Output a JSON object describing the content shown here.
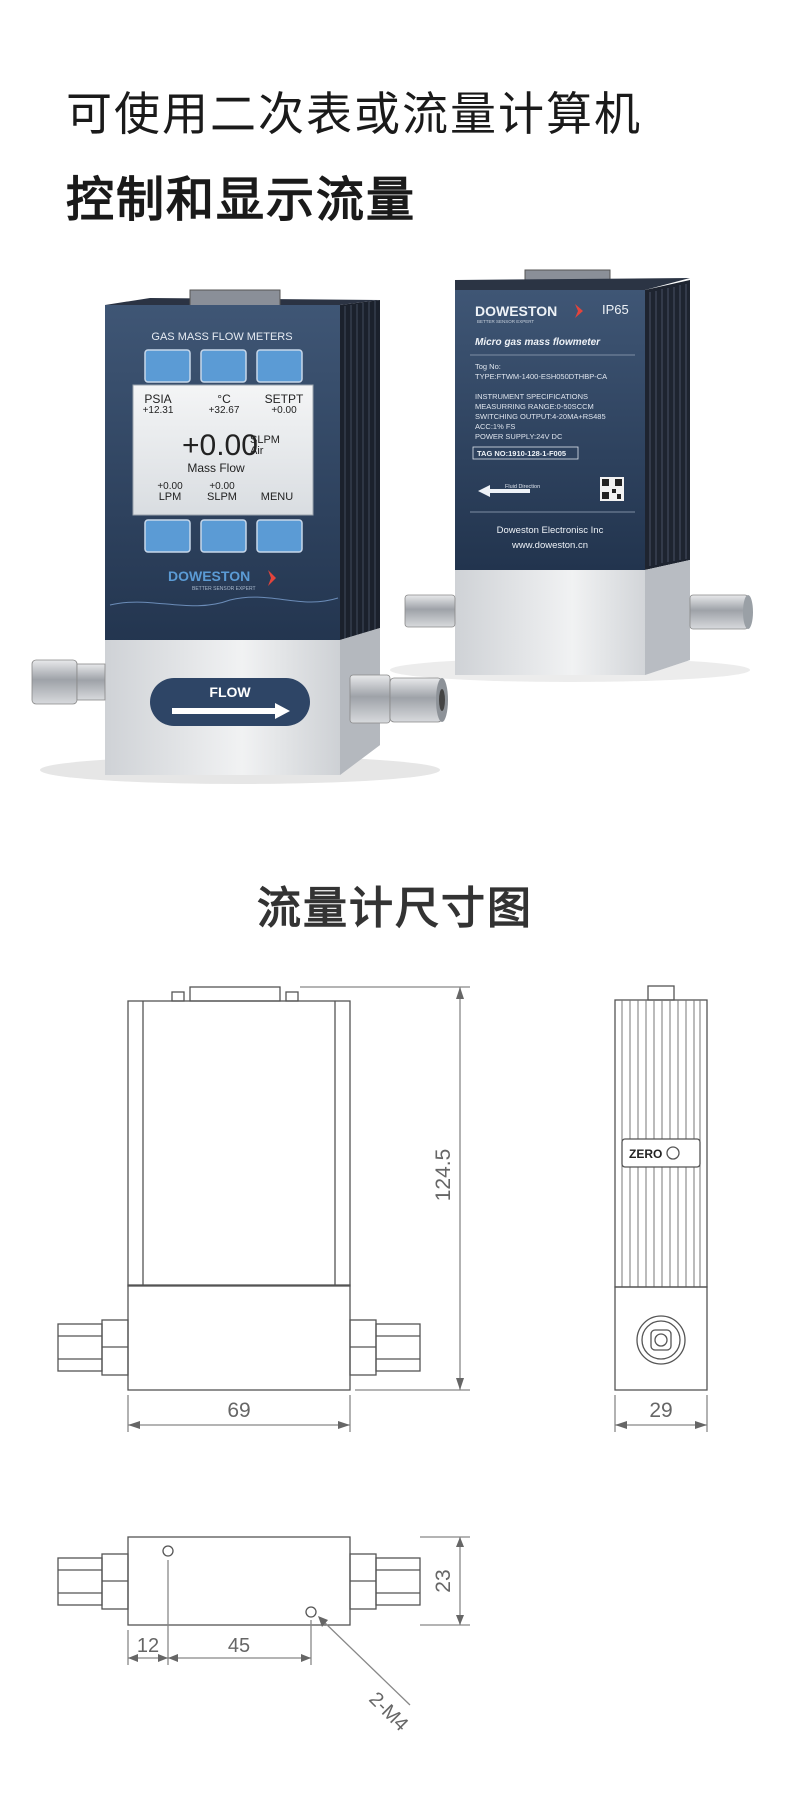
{
  "headline": {
    "line1": "可使用二次表或流量计算机",
    "line2": "控制和显示流量"
  },
  "front_device": {
    "panel_title": "GAS MASS FLOW METERS",
    "lcd": {
      "psia_label": "PSIA",
      "psia_value": "+12.31",
      "temp_label": "°C",
      "temp_value": "+32.67",
      "setpt_label": "SETPT",
      "setpt_value": "+0.00",
      "main_value": "+0.00",
      "unit": "SLPM",
      "gas": "Air",
      "main_label": "Mass Flow",
      "lpm_value": "+0.00",
      "lpm_label": "LPM",
      "slpm_value": "+0.00",
      "slpm_label": "SLPM",
      "menu_label": "MENU"
    },
    "brand": "DOWESTON",
    "tagline": "BETTER SENSOR EXPERT",
    "flow_label": "FLOW"
  },
  "back_device": {
    "brand": "DOWESTON",
    "tagline": "BETTER SENSOR EXPERT",
    "ip_rating": "IP65",
    "product": "Micro gas mass flowmeter",
    "tog_no_label": "Tog No:",
    "type_line": "TYPE:FTWM-1400-ESH050DTHBP-CA",
    "spec_title": "INSTRUMENT SPECIFICATIONS",
    "range": "MEASURRING RANGE:0-50SCCM",
    "output": "SWITCHING OUTPUT:4-20MA+RS485",
    "acc": "ACC:1% FS",
    "power": "POWER SUPPLY:24V DC",
    "tag_no": "TAG NO:1910-128-1-F005",
    "fluid_direction": "Fluid Direction",
    "company": "Doweston Electronisc Inc",
    "website": "www.doweston.cn"
  },
  "drawing": {
    "title": "流量计尺寸图",
    "height_dim": "124.5",
    "width_dim": "69",
    "depth_dim": "29",
    "zero_label": "ZERO",
    "bottom_height_dim": "23",
    "offset_dim": "12",
    "hole_spacing_dim": "45",
    "hole_callout": "2-M4"
  }
}
